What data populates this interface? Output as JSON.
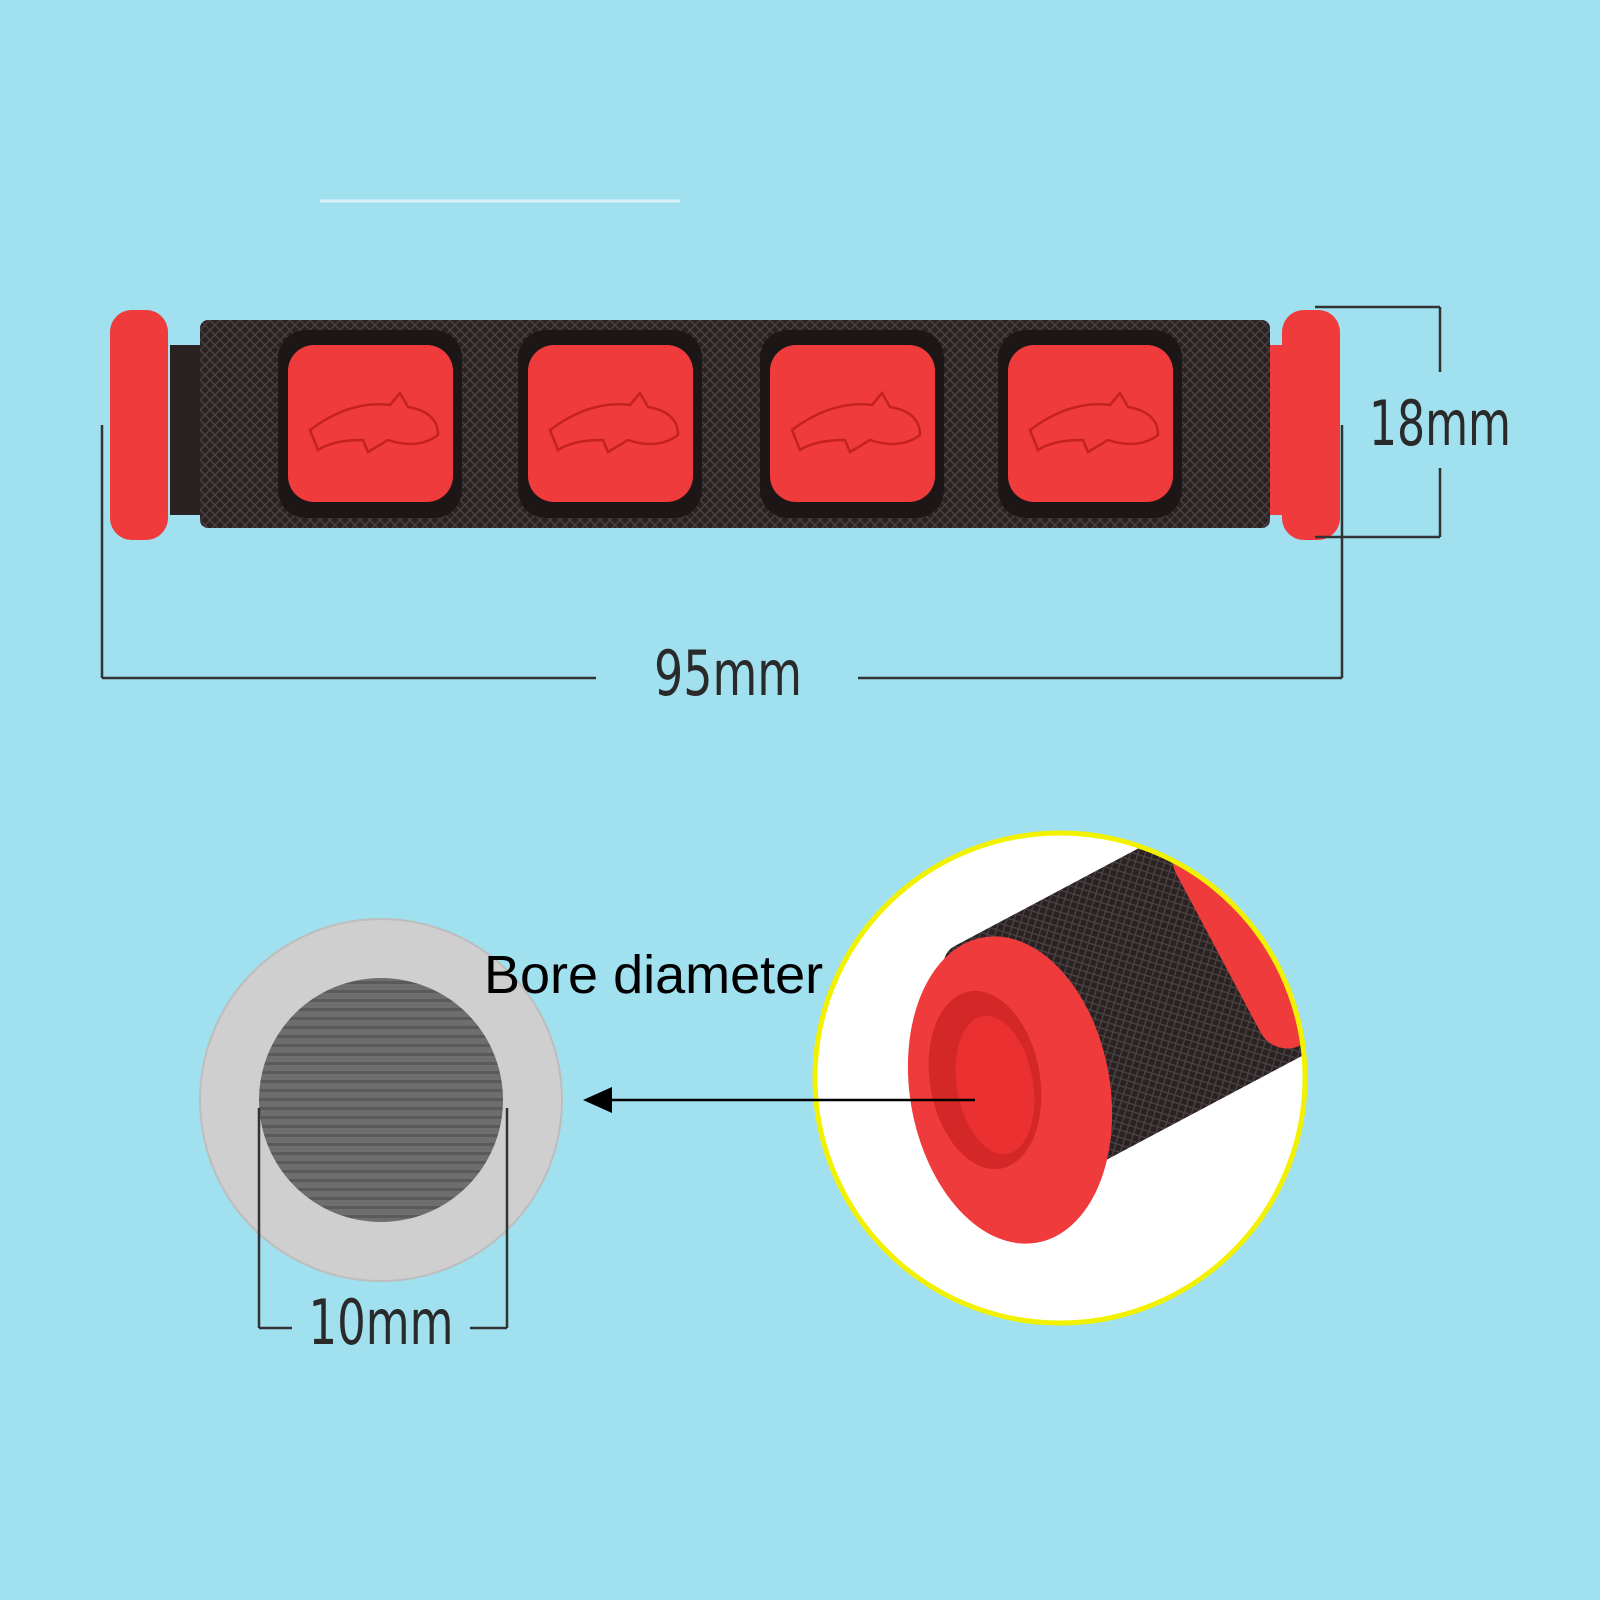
{
  "dimensions": {
    "length": "95mm",
    "diameter": "18mm",
    "bore": "10mm"
  },
  "callout": {
    "label": "Bore diameter"
  },
  "colors": {
    "background": "#a0e0ef",
    "grip_red": "#ef3b3b",
    "grip_black": "#2a2222",
    "highlight_ring": "#f2f200",
    "bore_outer": "#cfcfcf",
    "bore_inner": "#6a6a6a"
  }
}
